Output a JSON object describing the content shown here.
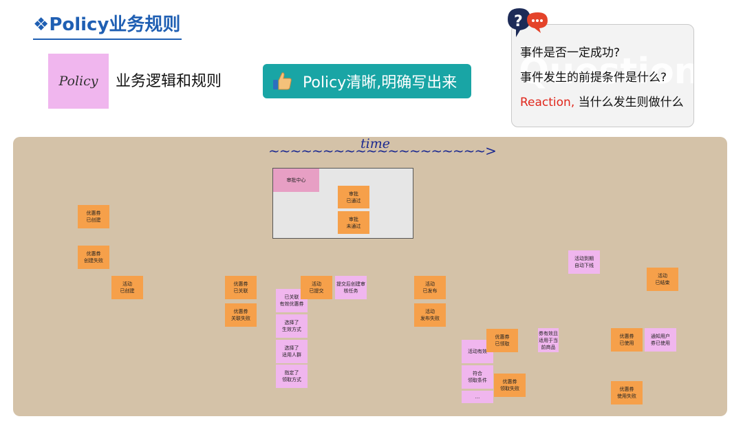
{
  "header": {
    "title_prefix": "❖",
    "title": "Policy业务规则"
  },
  "policy_note": {
    "label": "Policy",
    "description": "业务逻辑和规则"
  },
  "tip": {
    "icon": "thumbs-up-icon",
    "text": "Policy清晰,明确写出来"
  },
  "question_card": {
    "icon": "question-chat-icon",
    "watermark": "Question",
    "lines": [
      "事件是否一定成功?",
      "事件发生的前提条件是什么?"
    ],
    "reaction_label": "Reaction,",
    "reaction_text": " 当什么发生则做什么",
    "colors": {
      "reaction": "#e0261b",
      "card_bg": "#f3f3f3"
    }
  },
  "timeline": {
    "label": "time",
    "arrow": "~~~~~~~~~~~~~~~~~~~~>"
  },
  "board": {
    "colors": {
      "board": "#d4c2a8",
      "event": "#f6a04a",
      "policy": "#f0b6ee",
      "system": "#e79fc4"
    },
    "approve_center": "审批中心",
    "notes": [
      {
        "id": "n1",
        "color": "orange",
        "text": "审批\n已通过"
      },
      {
        "id": "n2",
        "color": "orange",
        "text": "审批\n未通过"
      },
      {
        "id": "n3",
        "color": "orange",
        "text": "优惠券\n已创建"
      },
      {
        "id": "n4",
        "color": "orange",
        "text": "优惠券\n创建失败"
      },
      {
        "id": "n5",
        "color": "orange",
        "text": "活动\n已创建"
      },
      {
        "id": "n6",
        "color": "orange",
        "text": "优惠券\n已关联"
      },
      {
        "id": "n7",
        "color": "orange",
        "text": "优惠券\n关联失败"
      },
      {
        "id": "n8",
        "color": "pink",
        "text": "已关联\n有效优惠券"
      },
      {
        "id": "n9",
        "color": "pink",
        "text": "选择了\n生效方式"
      },
      {
        "id": "n10",
        "color": "pink",
        "text": "选择了\n适用人群"
      },
      {
        "id": "n11",
        "color": "pink",
        "text": "指定了\n领取方式"
      },
      {
        "id": "n12",
        "color": "orange",
        "text": "活动\n已提交"
      },
      {
        "id": "n13",
        "color": "pink",
        "text": "提交后创建审\n核任务"
      },
      {
        "id": "n14",
        "color": "orange",
        "text": "活动\n已发布"
      },
      {
        "id": "n15",
        "color": "orange",
        "text": "活动\n发布失败"
      },
      {
        "id": "n16",
        "color": "pink",
        "text": "活动有效"
      },
      {
        "id": "n17",
        "color": "pink",
        "text": "符合\n领取条件"
      },
      {
        "id": "n18",
        "color": "pink",
        "text": "..."
      },
      {
        "id": "n19",
        "color": "orange",
        "text": "优惠券\n已领取"
      },
      {
        "id": "n20",
        "color": "orange",
        "text": "优惠券\n领取失败"
      },
      {
        "id": "n21",
        "color": "pink",
        "text": "券有效且\n适用于当\n前商品"
      },
      {
        "id": "n22",
        "color": "pink",
        "text": "活动到期\n自动下线"
      },
      {
        "id": "n23",
        "color": "orange",
        "text": "活动\n已结束"
      },
      {
        "id": "n24",
        "color": "orange",
        "text": "优惠券\n已使用"
      },
      {
        "id": "n25",
        "color": "pink",
        "text": "通知用户\n券已使用"
      },
      {
        "id": "n26",
        "color": "orange",
        "text": "优惠券\n使用失败"
      }
    ]
  }
}
